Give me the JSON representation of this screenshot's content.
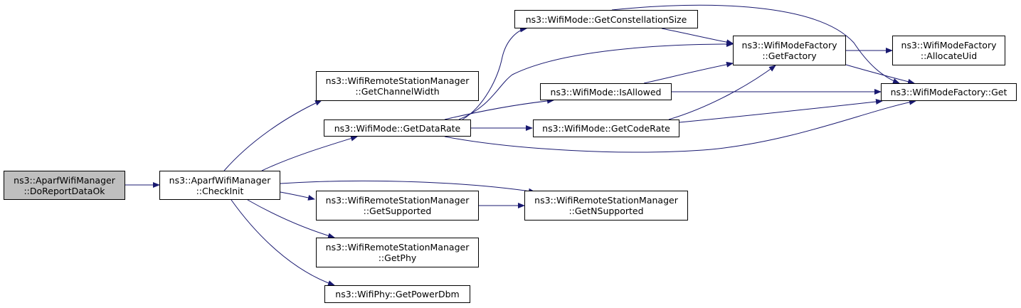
{
  "diagram": {
    "root_color": "#bfbfbf",
    "edge_color": "#191970",
    "nodes": [
      {
        "id": "doReportDataOk",
        "lines": [
          "ns3::AparfWifiManager",
          "::DoReportDataOk"
        ]
      },
      {
        "id": "checkInit",
        "lines": [
          "ns3::AparfWifiManager",
          "::CheckInit"
        ]
      },
      {
        "id": "getChannelWidth",
        "lines": [
          "ns3::WifiRemoteStationManager",
          "::GetChannelWidth"
        ]
      },
      {
        "id": "getDataRate",
        "lines": [
          "ns3::WifiMode::GetDataRate"
        ]
      },
      {
        "id": "getSupported",
        "lines": [
          "ns3::WifiRemoteStationManager",
          "::GetSupported"
        ]
      },
      {
        "id": "getPhy",
        "lines": [
          "ns3::WifiRemoteStationManager",
          "::GetPhy"
        ]
      },
      {
        "id": "getPowerDbm",
        "lines": [
          "ns3::WifiPhy::GetPowerDbm"
        ]
      },
      {
        "id": "getConstellationSize",
        "lines": [
          "ns3::WifiMode::GetConstellationSize"
        ]
      },
      {
        "id": "isAllowed",
        "lines": [
          "ns3::WifiMode::IsAllowed"
        ]
      },
      {
        "id": "getCodeRate",
        "lines": [
          "ns3::WifiMode::GetCodeRate"
        ]
      },
      {
        "id": "getNSupported",
        "lines": [
          "ns3::WifiRemoteStationManager",
          "::GetNSupported"
        ]
      },
      {
        "id": "getFactory",
        "lines": [
          "ns3::WifiModeFactory",
          "::GetFactory"
        ]
      },
      {
        "id": "allocateUid",
        "lines": [
          "ns3::WifiModeFactory",
          "::AllocateUid"
        ]
      },
      {
        "id": "factoryGet",
        "lines": [
          "ns3::WifiModeFactory::Get"
        ]
      }
    ],
    "edges": [
      [
        "doReportDataOk",
        "checkInit"
      ],
      [
        "checkInit",
        "getChannelWidth"
      ],
      [
        "checkInit",
        "getDataRate"
      ],
      [
        "checkInit",
        "getNSupported"
      ],
      [
        "checkInit",
        "getSupported"
      ],
      [
        "checkInit",
        "getPhy"
      ],
      [
        "checkInit",
        "getPowerDbm"
      ],
      [
        "getDataRate",
        "getConstellationSize"
      ],
      [
        "getDataRate",
        "getFactory"
      ],
      [
        "getDataRate",
        "isAllowed"
      ],
      [
        "getDataRate",
        "getCodeRate"
      ],
      [
        "getDataRate",
        "factoryGet"
      ],
      [
        "getSupported",
        "getNSupported"
      ],
      [
        "getConstellationSize",
        "getFactory"
      ],
      [
        "getConstellationSize",
        "factoryGet"
      ],
      [
        "isAllowed",
        "getFactory"
      ],
      [
        "isAllowed",
        "factoryGet"
      ],
      [
        "getCodeRate",
        "getFactory"
      ],
      [
        "getCodeRate",
        "factoryGet"
      ],
      [
        "getFactory",
        "allocateUid"
      ],
      [
        "getFactory",
        "factoryGet"
      ]
    ]
  }
}
